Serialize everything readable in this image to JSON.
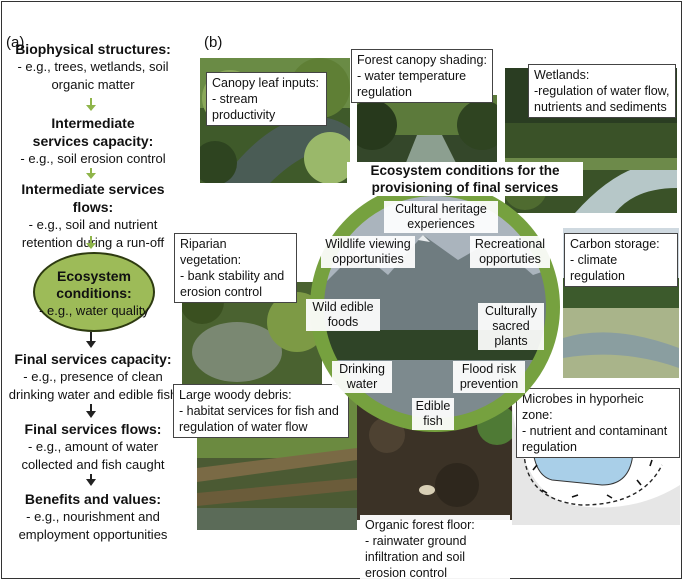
{
  "panel_a_label": "(a)",
  "panel_b_label": "(b)",
  "flow": [
    {
      "heading": "Biophysical structures:",
      "text": "- e.g., trees, wetlands, soil organic matter"
    },
    {
      "heading": "Intermediate services capacity:",
      "text": "- e.g., soil erosion control"
    },
    {
      "heading": "Intermediate services flows:",
      "text": "- e.g., soil and nutrient retention during a run-off event"
    },
    {
      "heading": "Ecosystem conditions:",
      "text": "- e.g., water quality"
    },
    {
      "heading": "Final services capacity:",
      "text": "- e.g., presence of clean drinking water and edible fish"
    },
    {
      "heading": "Final services flows:",
      "text": "- e.g., amount of water collected and fish caught"
    },
    {
      "heading": "Benefits and values:",
      "text": "- e.g., nourishment and employment opportunities"
    }
  ],
  "center_title": "Ecosystem conditions for the provisioning of final services",
  "center_items": [
    "Cultural heritage experiences",
    "Wildlife viewing opportunities",
    "Recreational opportuties",
    "Wild edible foods",
    "Culturally sacred plants",
    "Drinking water",
    "Flood risk prevention",
    "Edible fish"
  ],
  "photos": [
    {
      "title": "Canopy leaf inputs:",
      "text": "- stream productivity"
    },
    {
      "title": "Forest canopy shading:",
      "text": "- water temperature regulation"
    },
    {
      "title": "Wetlands:",
      "text": "-regulation of water flow, nutrients and sediments"
    },
    {
      "title": "Riparian vegetation:",
      "text": "- bank stability and erosion control"
    },
    {
      "title": "Carbon storage:",
      "text": "- climate regulation"
    },
    {
      "title": "Large woody debris:",
      "text": "- habitat services for fish and regulation of water flow"
    },
    {
      "title": "Organic forest floor:",
      "text": "- rainwater ground infiltration and soil erosion control"
    },
    {
      "title": "Microbes in hyporheic zone:",
      "text": "- nutrient and contaminant regulation"
    }
  ],
  "colors": {
    "ring": "#76a13f",
    "arrow_green": "#8fb54a",
    "arrow_dark": "#222222",
    "ellipse": "#9dbb58"
  }
}
